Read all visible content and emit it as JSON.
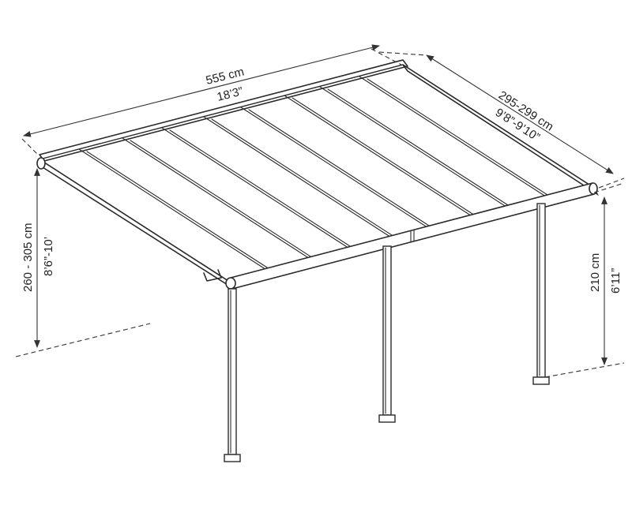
{
  "dimensions": {
    "length_metric": "555 cm",
    "length_imperial": "18’3”",
    "depth_metric": "295-299 cm",
    "depth_imperial": "9’8”-9’10”",
    "wall_height_metric": "260 - 305 cm",
    "wall_height_imperial": "8’6”-10’",
    "post_height_metric": "210 cm",
    "post_height_imperial": "6’11”"
  },
  "colors": {
    "line": "#2a2a2a",
    "background": "#ffffff"
  }
}
